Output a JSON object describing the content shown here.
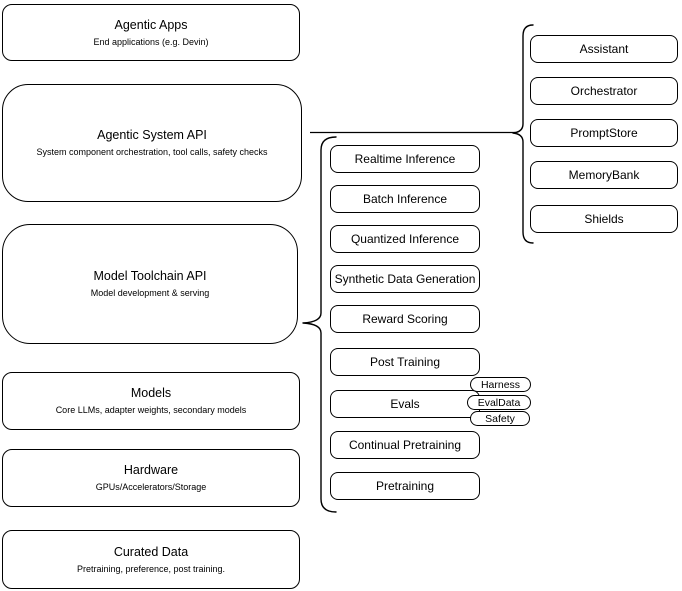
{
  "diagram": {
    "left_stack": [
      {
        "title": "Agentic Apps",
        "subtitle": "End applications (e.g. Devin)"
      },
      {
        "title": "Agentic System API",
        "subtitle": "System component orchestration, tool calls, safety checks"
      },
      {
        "title": "Model Toolchain API",
        "subtitle": "Model development & serving"
      },
      {
        "title": "Models",
        "subtitle": "Core LLMs, adapter weights, secondary models"
      },
      {
        "title": "Hardware",
        "subtitle": "GPUs/Accelerators/Storage"
      },
      {
        "title": "Curated Data",
        "subtitle": "Pretraining, preference, post training."
      }
    ],
    "toolchain_group": [
      "Realtime Inference",
      "Batch Inference",
      "Quantized Inference",
      "Synthetic Data Generation",
      "Reward Scoring",
      "Post Training",
      "Evals",
      "Continual Pretraining",
      "Pretraining"
    ],
    "system_group": [
      "Assistant",
      "Orchestrator",
      "PromptStore",
      "MemoryBank",
      "Shields"
    ],
    "eval_tags": [
      "Harness",
      "EvalData",
      "Safety"
    ],
    "colors": {
      "stroke": "#000000",
      "node_fill": "#ffffff",
      "text": "#000000",
      "background": "#ffffff"
    }
  }
}
